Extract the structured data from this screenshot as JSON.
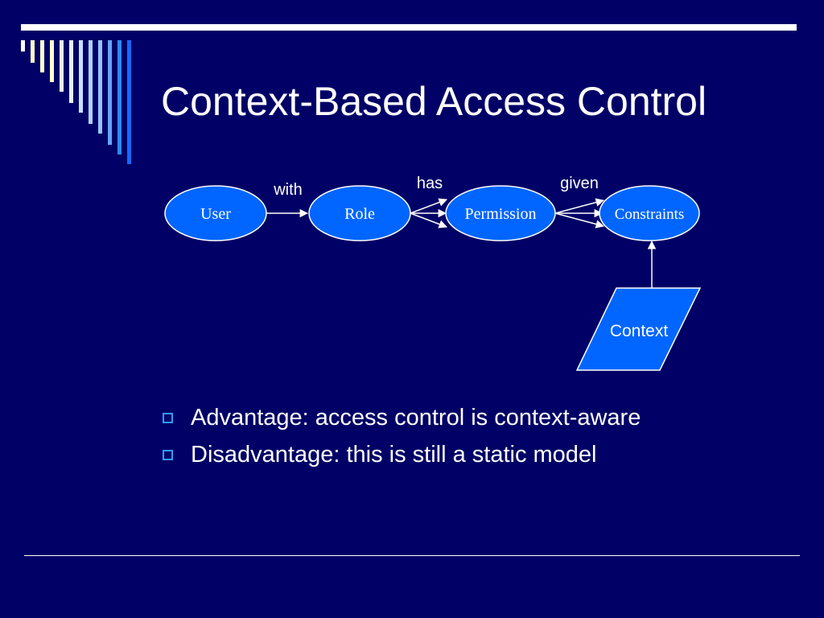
{
  "slide": {
    "title": "Context-Based Access Control"
  },
  "diagram": {
    "nodes": [
      {
        "id": "user",
        "label": "User",
        "shape": "ellipse"
      },
      {
        "id": "role",
        "label": "Role",
        "shape": "ellipse"
      },
      {
        "id": "permission",
        "label": "Permission",
        "shape": "ellipse"
      },
      {
        "id": "constraints",
        "label": "Constraints",
        "shape": "ellipse"
      },
      {
        "id": "context",
        "label": "Context",
        "shape": "parallelogram"
      }
    ],
    "edges": [
      {
        "from": "user",
        "to": "role",
        "label": "with"
      },
      {
        "from": "role",
        "to": "permission",
        "label": "has",
        "multiplicity": "many"
      },
      {
        "from": "permission",
        "to": "constraints",
        "label": "given",
        "multiplicity": "many"
      },
      {
        "from": "context",
        "to": "constraints",
        "label": ""
      }
    ]
  },
  "bullets": [
    {
      "text": "Advantage: access control is context-aware"
    },
    {
      "text": "Disadvantage: this is still a static model"
    }
  ],
  "colors": {
    "background": "#000066",
    "node_fill": "#0066ff",
    "node_stroke": "#ffffff",
    "text": "#ffffff",
    "bullet_accent": "#3399ff"
  }
}
